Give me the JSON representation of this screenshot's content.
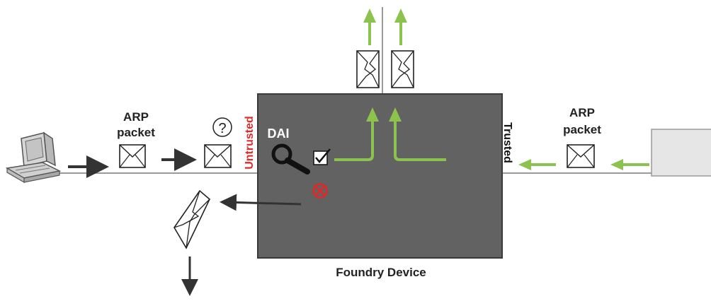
{
  "left_packet": {
    "line1": "ARP",
    "line2": "packet"
  },
  "right_packet": {
    "line1": "ARP",
    "line2": "packet"
  },
  "question_mark": "?",
  "dai_label": "DAI",
  "untrusted_label": "Untrusted",
  "trusted_label": "Trusted",
  "device_label": "Foundry Device",
  "colors": {
    "device_fill": "#626262",
    "green_arrow": "#8cc34f",
    "dark_arrow": "#333333",
    "untrusted_red": "#e32726",
    "reject_red": "#e32726",
    "line_gray": "#9a9a9a",
    "server_fill": "#e6e6e6"
  },
  "icons": [
    "computer-icon",
    "server-icon",
    "envelope-icon",
    "magnifier-icon",
    "checkbox-icon",
    "reject-icon",
    "torn-envelope-icon",
    "question-icon"
  ]
}
